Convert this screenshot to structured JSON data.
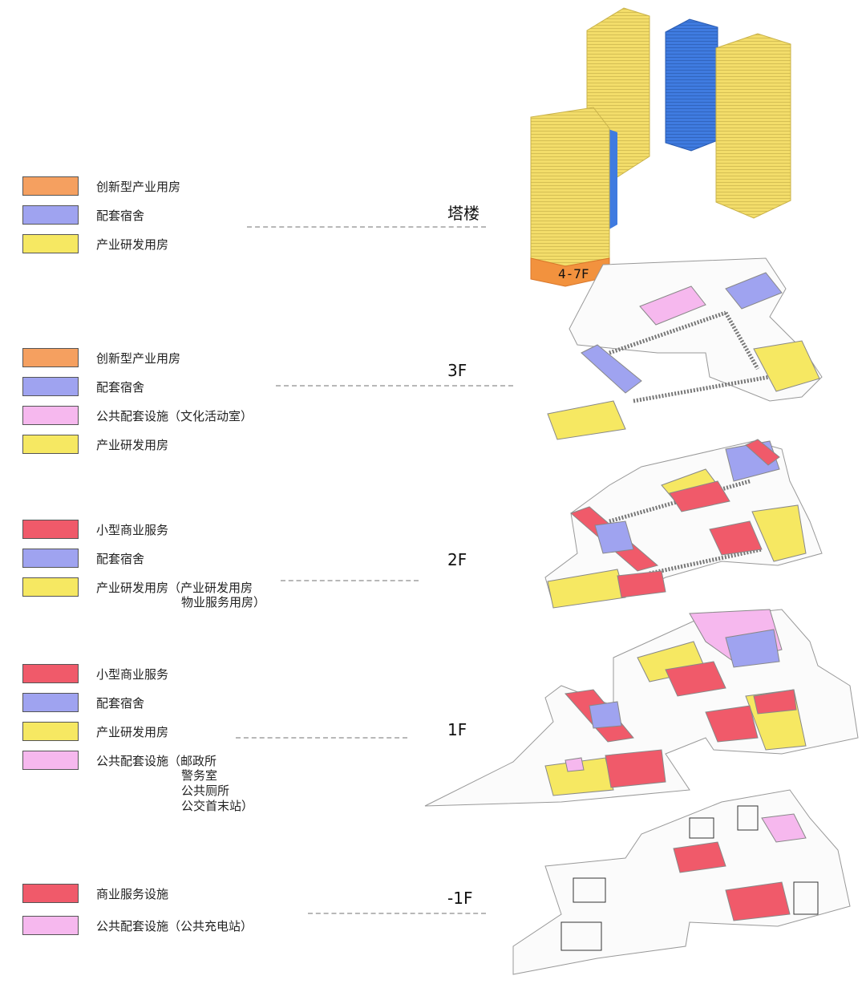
{
  "colors": {
    "innovation": "#F5A060",
    "dorm": "#9FA3F0",
    "public": "#F6B8EE",
    "rnd": "#F6E862",
    "commerce": "#F05A6A"
  },
  "sections": [
    {
      "floor": "塔楼",
      "legend": [
        {
          "label": "创新型产业用房",
          "color": "#F5A060"
        },
        {
          "label": "配套宿舍",
          "color": "#9FA3F0"
        },
        {
          "label": "产业研发用房",
          "color": "#F6E862"
        }
      ]
    },
    {
      "floor": "3F",
      "legend": [
        {
          "label": "创新型产业用房",
          "color": "#F5A060"
        },
        {
          "label": "配套宿舍",
          "color": "#9FA3F0"
        },
        {
          "label": "公共配套设施（文化活动室）",
          "color": "#F6B8EE"
        },
        {
          "label": "产业研发用房",
          "color": "#F6E862"
        }
      ]
    },
    {
      "floor": "2F",
      "legend": [
        {
          "label": "小型商业服务",
          "color": "#F05A6A"
        },
        {
          "label": "配套宿舍",
          "color": "#9FA3F0"
        },
        {
          "label": "产业研发用房（产业研发用房",
          "color": "#F6E862",
          "sub": [
            "物业服务用房）"
          ]
        }
      ]
    },
    {
      "floor": "1F",
      "legend": [
        {
          "label": "小型商业服务",
          "color": "#F05A6A"
        },
        {
          "label": "配套宿舍",
          "color": "#9FA3F0"
        },
        {
          "label": "产业研发用房",
          "color": "#F6E862"
        },
        {
          "label": "公共配套设施（邮政所",
          "color": "#F6B8EE",
          "sub": [
            "警务室",
            "公共厕所",
            "公交首末站）"
          ]
        }
      ]
    },
    {
      "floor": "-1F",
      "legend": [
        {
          "label": "商业服务设施",
          "color": "#F05A6A"
        },
        {
          "label": "公共配套设施（公共充电站）",
          "color": "#F6B8EE"
        }
      ]
    }
  ],
  "tower_tag": "4-7F"
}
